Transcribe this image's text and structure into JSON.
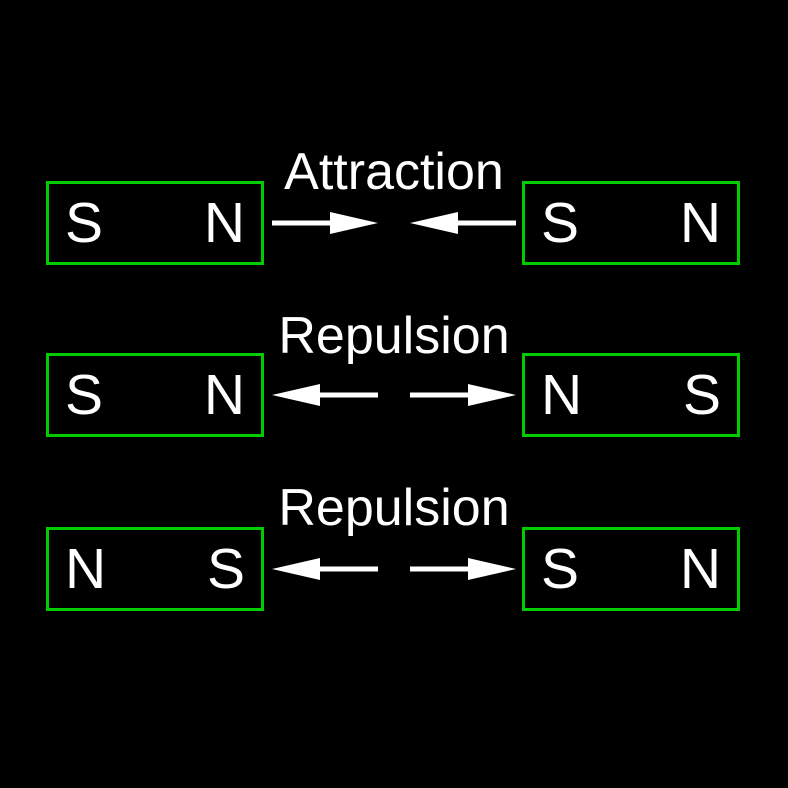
{
  "colors": {
    "background": "#000000",
    "magnet_outline": "#00CC00",
    "label_text": "#FFFFFF",
    "arrow": "#FFFFFF"
  },
  "rows": [
    {
      "title": "Attraction",
      "arrow_direction": "inward",
      "left_magnet": {
        "left_pole": "S",
        "right_pole": "N"
      },
      "right_magnet": {
        "left_pole": "S",
        "right_pole": "N"
      }
    },
    {
      "title": "Repulsion",
      "arrow_direction": "outward",
      "left_magnet": {
        "left_pole": "S",
        "right_pole": "N"
      },
      "right_magnet": {
        "left_pole": "N",
        "right_pole": "S"
      }
    },
    {
      "title": "Repulsion",
      "arrow_direction": "outward",
      "left_magnet": {
        "left_pole": "N",
        "right_pole": "S"
      },
      "right_magnet": {
        "left_pole": "S",
        "right_pole": "N"
      }
    }
  ]
}
